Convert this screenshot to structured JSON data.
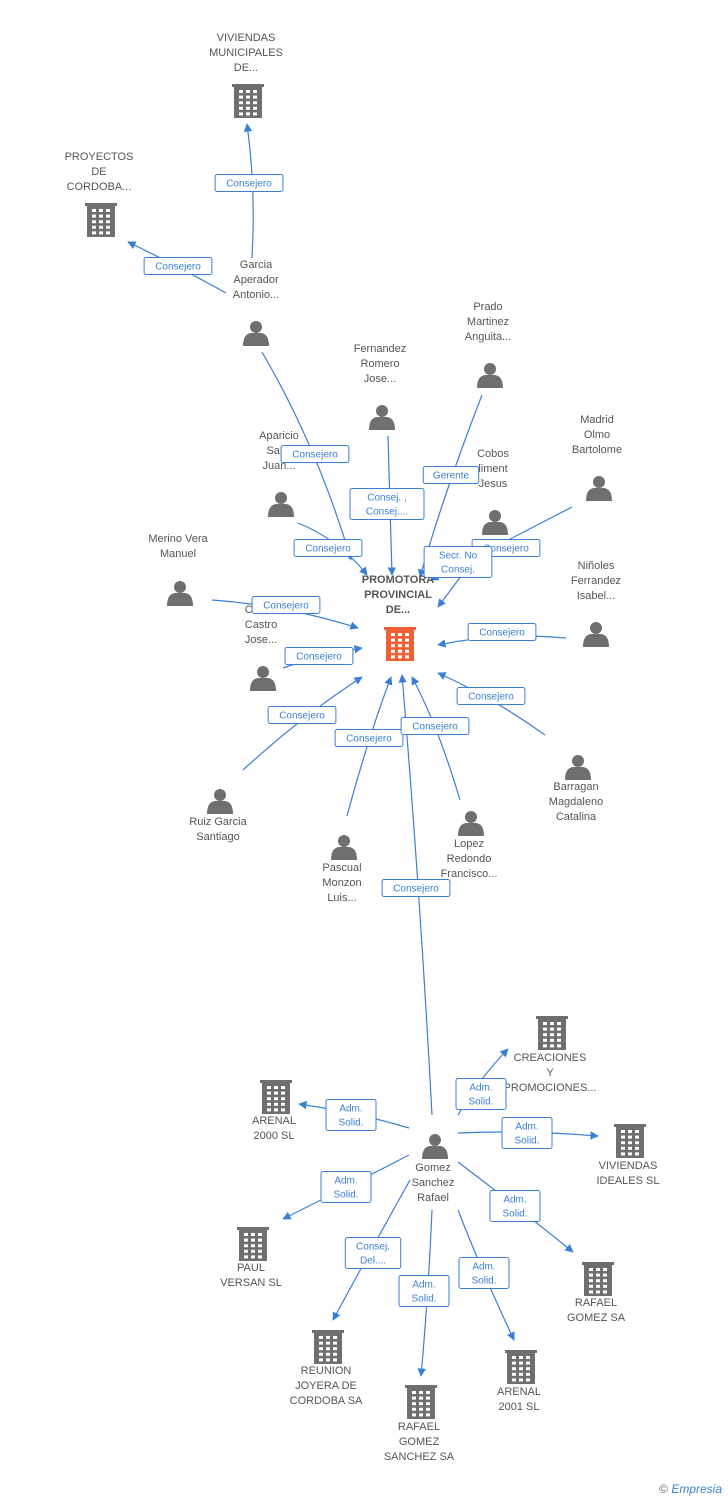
{
  "nodes": [
    {
      "id": "promotora",
      "kind": "company",
      "main": true,
      "lines": [
        "PROMOTORA",
        "PROVINCIAL",
        "DE..."
      ]
    },
    {
      "id": "viviendas-municipales",
      "kind": "company",
      "lines": [
        "VIVIENDAS",
        "MUNICIPALES",
        "DE..."
      ]
    },
    {
      "id": "proyectos-cordoba",
      "kind": "company",
      "lines": [
        "PROYECTOS",
        "DE",
        "CORDOBA..."
      ]
    },
    {
      "id": "garcia-aperador",
      "kind": "person",
      "lines": [
        "Garcia",
        "Aperador",
        "Antonio..."
      ]
    },
    {
      "id": "prado-martinez",
      "kind": "person",
      "lines": [
        "Prado",
        "Martinez",
        "Anguita..."
      ]
    },
    {
      "id": "fernandez-romero",
      "kind": "person",
      "lines": [
        "Fernandez",
        "Romero",
        "Jose..."
      ]
    },
    {
      "id": "madrid-olmo",
      "kind": "person",
      "lines": [
        "Madrid",
        "Olmo",
        "Bartolome"
      ]
    },
    {
      "id": "aparicio",
      "kind": "person",
      "lines": [
        "Aparicio",
        "Sanc",
        "Juan..."
      ]
    },
    {
      "id": "cobos",
      "kind": "person",
      "lines": [
        "Cobos",
        "liment",
        "Jesus"
      ]
    },
    {
      "id": "merino-vera",
      "kind": "person",
      "lines": [
        "Merino Vera",
        "Manuel"
      ]
    },
    {
      "id": "ninoles",
      "kind": "person",
      "lines": [
        "Niñoles",
        "Ferrandez",
        "Isabel..."
      ]
    },
    {
      "id": "castro",
      "kind": "person",
      "lines": [
        "Castro",
        "Castro",
        "Jose..."
      ]
    },
    {
      "id": "barragan",
      "kind": "person",
      "lines": [
        "Barragan",
        "Magdaleno",
        "Catalina"
      ]
    },
    {
      "id": "ruiz-garcia",
      "kind": "person",
      "lines": [
        "Ruiz Garcia",
        "Santiago"
      ]
    },
    {
      "id": "lopez-redondo",
      "kind": "person",
      "lines": [
        "Lopez",
        "Redondo",
        "Francisco..."
      ]
    },
    {
      "id": "pascual-monzon",
      "kind": "person",
      "lines": [
        "Pascual",
        "Monzon",
        "Luis..."
      ]
    },
    {
      "id": "gomez-sanchez",
      "kind": "person",
      "lines": [
        "Gomez",
        "Sanchez",
        "Rafael"
      ]
    },
    {
      "id": "creaciones",
      "kind": "company",
      "lines": [
        "CREACIONES",
        "Y",
        "PROMOCIONES..."
      ]
    },
    {
      "id": "arenal-2000",
      "kind": "company",
      "lines": [
        "ARENAL",
        "2000 SL"
      ]
    },
    {
      "id": "viviendas-ideales",
      "kind": "company",
      "lines": [
        "VIVIENDAS",
        "IDEALES SL"
      ]
    },
    {
      "id": "paul-versan",
      "kind": "company",
      "lines": [
        "PAUL",
        "VERSAN SL"
      ]
    },
    {
      "id": "rafael-gomez-sa",
      "kind": "company",
      "lines": [
        "RAFAEL",
        "GOMEZ SA"
      ]
    },
    {
      "id": "reunion-joyera",
      "kind": "company",
      "lines": [
        "REUNION",
        "JOYERA DE",
        "CORDOBA SA"
      ]
    },
    {
      "id": "arenal-2001",
      "kind": "company",
      "lines": [
        "ARENAL",
        "2001 SL"
      ]
    },
    {
      "id": "rafael-gomez-sanchez-sa",
      "kind": "company",
      "lines": [
        "RAFAEL",
        "GOMEZ",
        "SANCHEZ SA"
      ]
    }
  ],
  "edges": [
    {
      "from": "garcia-aperador",
      "to": "viviendas-municipales",
      "label": [
        "Consejero"
      ]
    },
    {
      "from": "garcia-aperador",
      "to": "proyectos-cordoba",
      "label": [
        "Consejero"
      ]
    },
    {
      "from": "garcia-aperador",
      "to": "promotora",
      "label": [
        "Consejero"
      ]
    },
    {
      "from": "fernandez-romero",
      "to": "promotora",
      "label": [
        "Consej. ,",
        "Consej...."
      ]
    },
    {
      "from": "prado-martinez",
      "to": "promotora",
      "label": [
        "Gerente"
      ]
    },
    {
      "from": "aparicio",
      "to": "promotora",
      "label": [
        "Consejero"
      ]
    },
    {
      "from": "madrid-olmo",
      "to": "promotora",
      "label": [
        "Consejero"
      ]
    },
    {
      "from": "cobos",
      "to": "promotora",
      "label": [
        "Secr.  No",
        "Consej."
      ]
    },
    {
      "from": "merino-vera",
      "to": "promotora",
      "label": [
        "Consejero"
      ]
    },
    {
      "from": "ninoles",
      "to": "promotora",
      "label": [
        "Consejero"
      ]
    },
    {
      "from": "castro",
      "to": "promotora",
      "label": [
        "Consejero"
      ]
    },
    {
      "from": "barragan",
      "to": "promotora",
      "label": [
        "Consejero"
      ]
    },
    {
      "from": "ruiz-garcia",
      "to": "promotora",
      "label": [
        "Consejero"
      ]
    },
    {
      "from": "pascual-monzon",
      "to": "promotora",
      "label": [
        "Consejero"
      ]
    },
    {
      "from": "lopez-redondo",
      "to": "promotora",
      "label": [
        "Consejero"
      ]
    },
    {
      "from": "gomez-sanchez",
      "to": "promotora",
      "label": [
        "Consejero"
      ]
    },
    {
      "from": "gomez-sanchez",
      "to": "arenal-2000",
      "label": [
        "Adm.",
        "Solid."
      ]
    },
    {
      "from": "gomez-sanchez",
      "to": "creaciones",
      "label": [
        "Adm.",
        "Solid."
      ]
    },
    {
      "from": "gomez-sanchez",
      "to": "viviendas-ideales",
      "label": [
        "Adm.",
        "Solid."
      ]
    },
    {
      "from": "gomez-sanchez",
      "to": "paul-versan",
      "label": [
        "Adm.",
        "Solid."
      ]
    },
    {
      "from": "gomez-sanchez",
      "to": "rafael-gomez-sa",
      "label": [
        "Adm.",
        "Solid."
      ]
    },
    {
      "from": "gomez-sanchez",
      "to": "reunion-joyera",
      "label": [
        "Consej.",
        "Del...."
      ]
    },
    {
      "from": "gomez-sanchez",
      "to": "rafael-gomez-sanchez-sa",
      "label": [
        "Adm.",
        "Solid."
      ]
    },
    {
      "from": "gomez-sanchez",
      "to": "arenal-2001",
      "label": [
        "Adm.",
        "Solid."
      ]
    }
  ],
  "footer": {
    "symbol": "©",
    "brand": "Empresia"
  },
  "colors": {
    "edge": "#3a7fd5",
    "icon": "#6f6f6f",
    "main": "#ee5f35"
  }
}
